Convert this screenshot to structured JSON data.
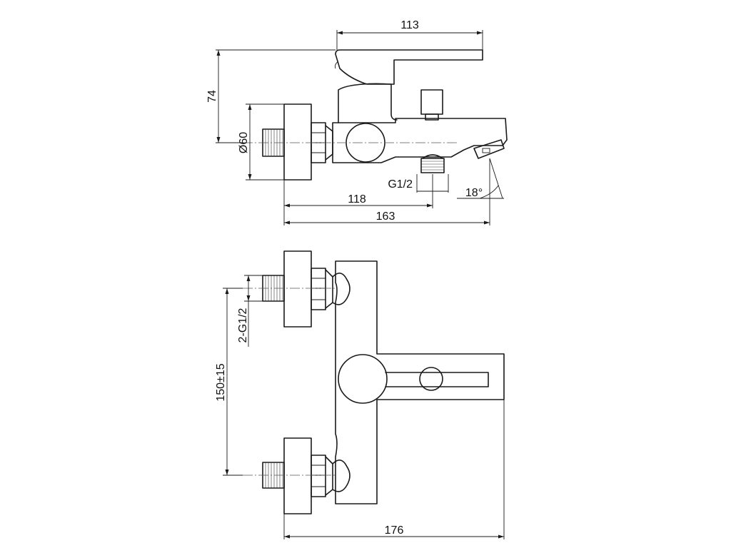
{
  "top_view": {
    "width_lever": "113",
    "height": "74",
    "diameter": "Ø60",
    "outlet_thread": "G1/2",
    "angle": "18°",
    "inlet_to_outlet": "118",
    "overall_length": "163"
  },
  "front_view": {
    "inlet_threads": "2-G1/2",
    "inlet_spacing": "150±15",
    "overall_length": "176"
  }
}
